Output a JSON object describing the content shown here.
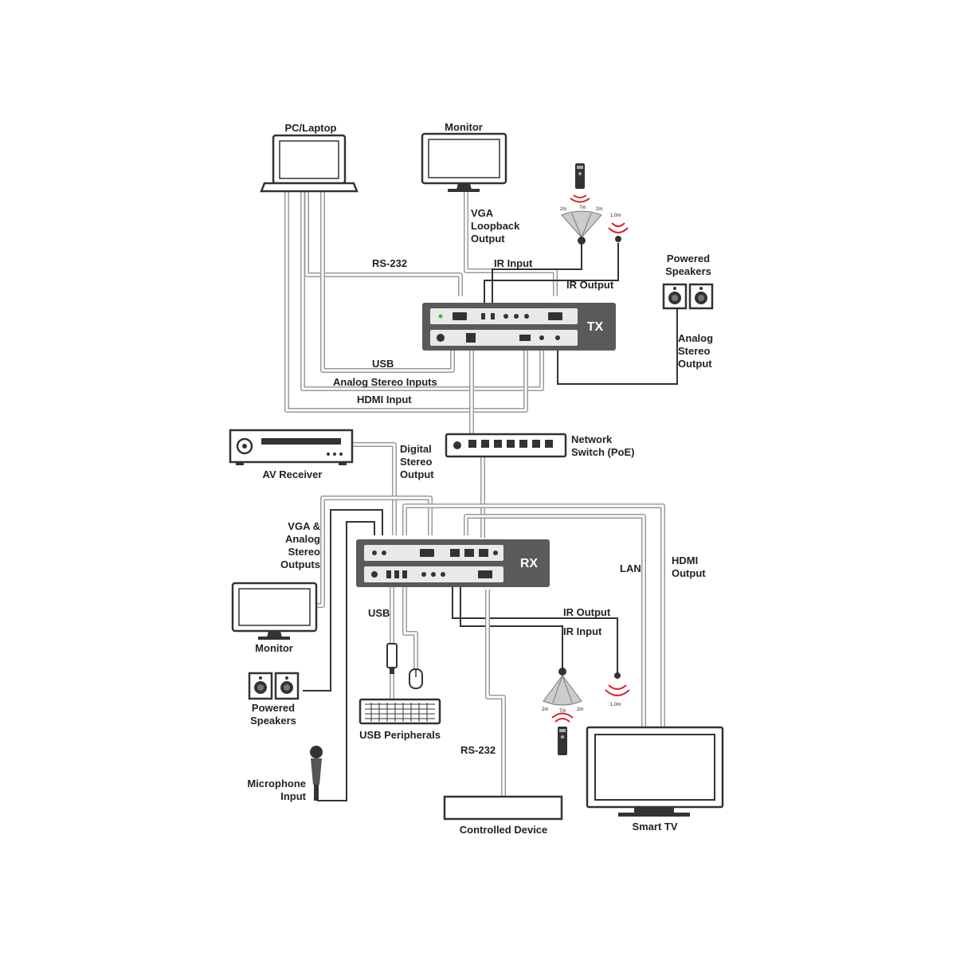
{
  "colors": {
    "unit_body": "#5a5a5a",
    "unit_panel": "#e9e9e9",
    "cable": "#9a9a9a",
    "ir_red": "#d9232a",
    "outline": "#333333"
  },
  "devices": {
    "pc_laptop": "PC/Laptop",
    "monitor_top": "Monitor",
    "powered_speakers_top_1": "Powered",
    "powered_speakers_top_2": "Speakers",
    "tx_label": "TX",
    "network_switch_1": "Network",
    "network_switch_2": "Switch (PoE)",
    "av_receiver": "AV Receiver",
    "rx_label": "RX",
    "monitor_bottom": "Monitor",
    "powered_speakers_bottom_1": "Powered",
    "powered_speakers_bottom_2": "Speakers",
    "usb_peripherals": "USB Peripherals",
    "microphone_1": "Microphone",
    "microphone_2": "Input",
    "controlled_device": "Controlled Device",
    "smart_tv": "Smart TV"
  },
  "connections": {
    "vga_loopback_1": "VGA",
    "vga_loopback_2": "Loopback",
    "vga_loopback_3": "Output",
    "rs232_top": "RS-232",
    "ir_input_top": "IR Input",
    "ir_output_top": "IR Output",
    "analog_stereo_out_1": "Analog",
    "analog_stereo_out_2": "Stereo",
    "analog_stereo_out_3": "Output",
    "usb_top": "USB",
    "analog_stereo_inputs": "Analog Stereo Inputs",
    "hdmi_input": "HDMI Input",
    "digital_stereo_1": "Digital",
    "digital_stereo_2": "Stereo",
    "digital_stereo_3": "Output",
    "vga_analog_1": "VGA &",
    "vga_analog_2": "Analog",
    "vga_analog_3": "Stereo",
    "vga_analog_4": "Outputs",
    "lan": "LAN",
    "hdmi_output_1": "HDMI",
    "hdmi_output_2": "Output",
    "usb_bottom": "USB",
    "ir_output_bottom": "IR Output",
    "ir_input_bottom": "IR Input",
    "rs232_bottom": "RS-232"
  }
}
